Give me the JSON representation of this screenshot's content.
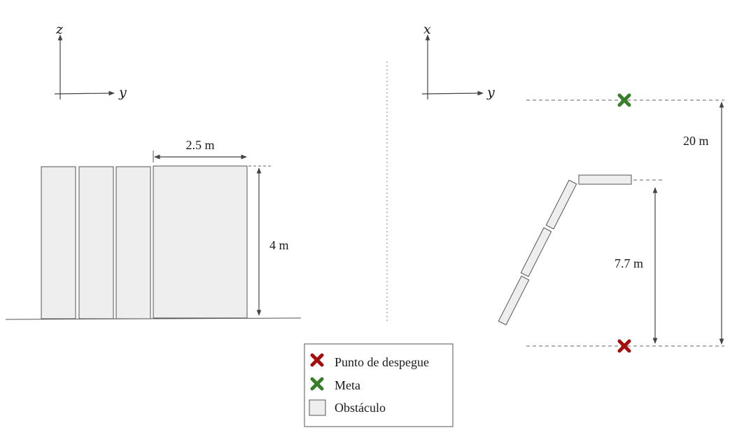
{
  "side_view": {
    "axis_vertical": "z",
    "axis_horizontal": "y",
    "dim_width": "2.5 m",
    "dim_height": "4 m"
  },
  "top_view": {
    "axis_vertical": "x",
    "axis_horizontal": "y",
    "dim_obstacle_distance": "7.7 m",
    "dim_goal_distance": "20 m"
  },
  "legend": {
    "items": [
      {
        "label": "Punto de despegue",
        "icon": "red-x-icon",
        "color": "#a30d0d"
      },
      {
        "label": "Meta",
        "icon": "green-x-icon",
        "color": "#3a7d2a"
      },
      {
        "label": "Obstáculo",
        "icon": "obstacle-swatch-icon",
        "color": "#eeeeee"
      }
    ]
  },
  "colors": {
    "obstacle_fill": "#eeeeee",
    "obstacle_stroke": "#555555",
    "takeoff": "#a30d0d",
    "goal": "#3a7d2a"
  }
}
